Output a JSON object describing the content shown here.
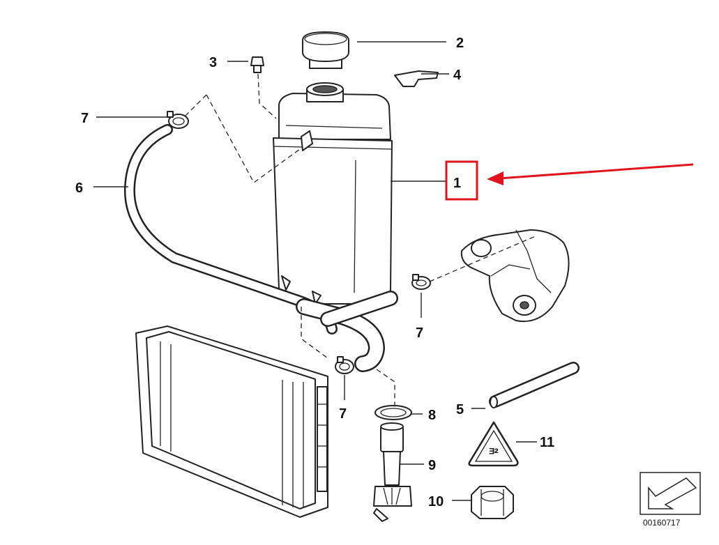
{
  "callouts": {
    "c1": "1",
    "c2": "2",
    "c3": "3",
    "c4": "4",
    "c5": "5",
    "c6": "6",
    "c7a": "7",
    "c7b": "7",
    "c7c": "7",
    "c8": "8",
    "c9": "9",
    "c10": "10",
    "c11": "11"
  },
  "sticker_text": "ᴲ²",
  "reference_number": "00160717",
  "colors": {
    "highlight": "#e0141e",
    "line": "#222222"
  }
}
